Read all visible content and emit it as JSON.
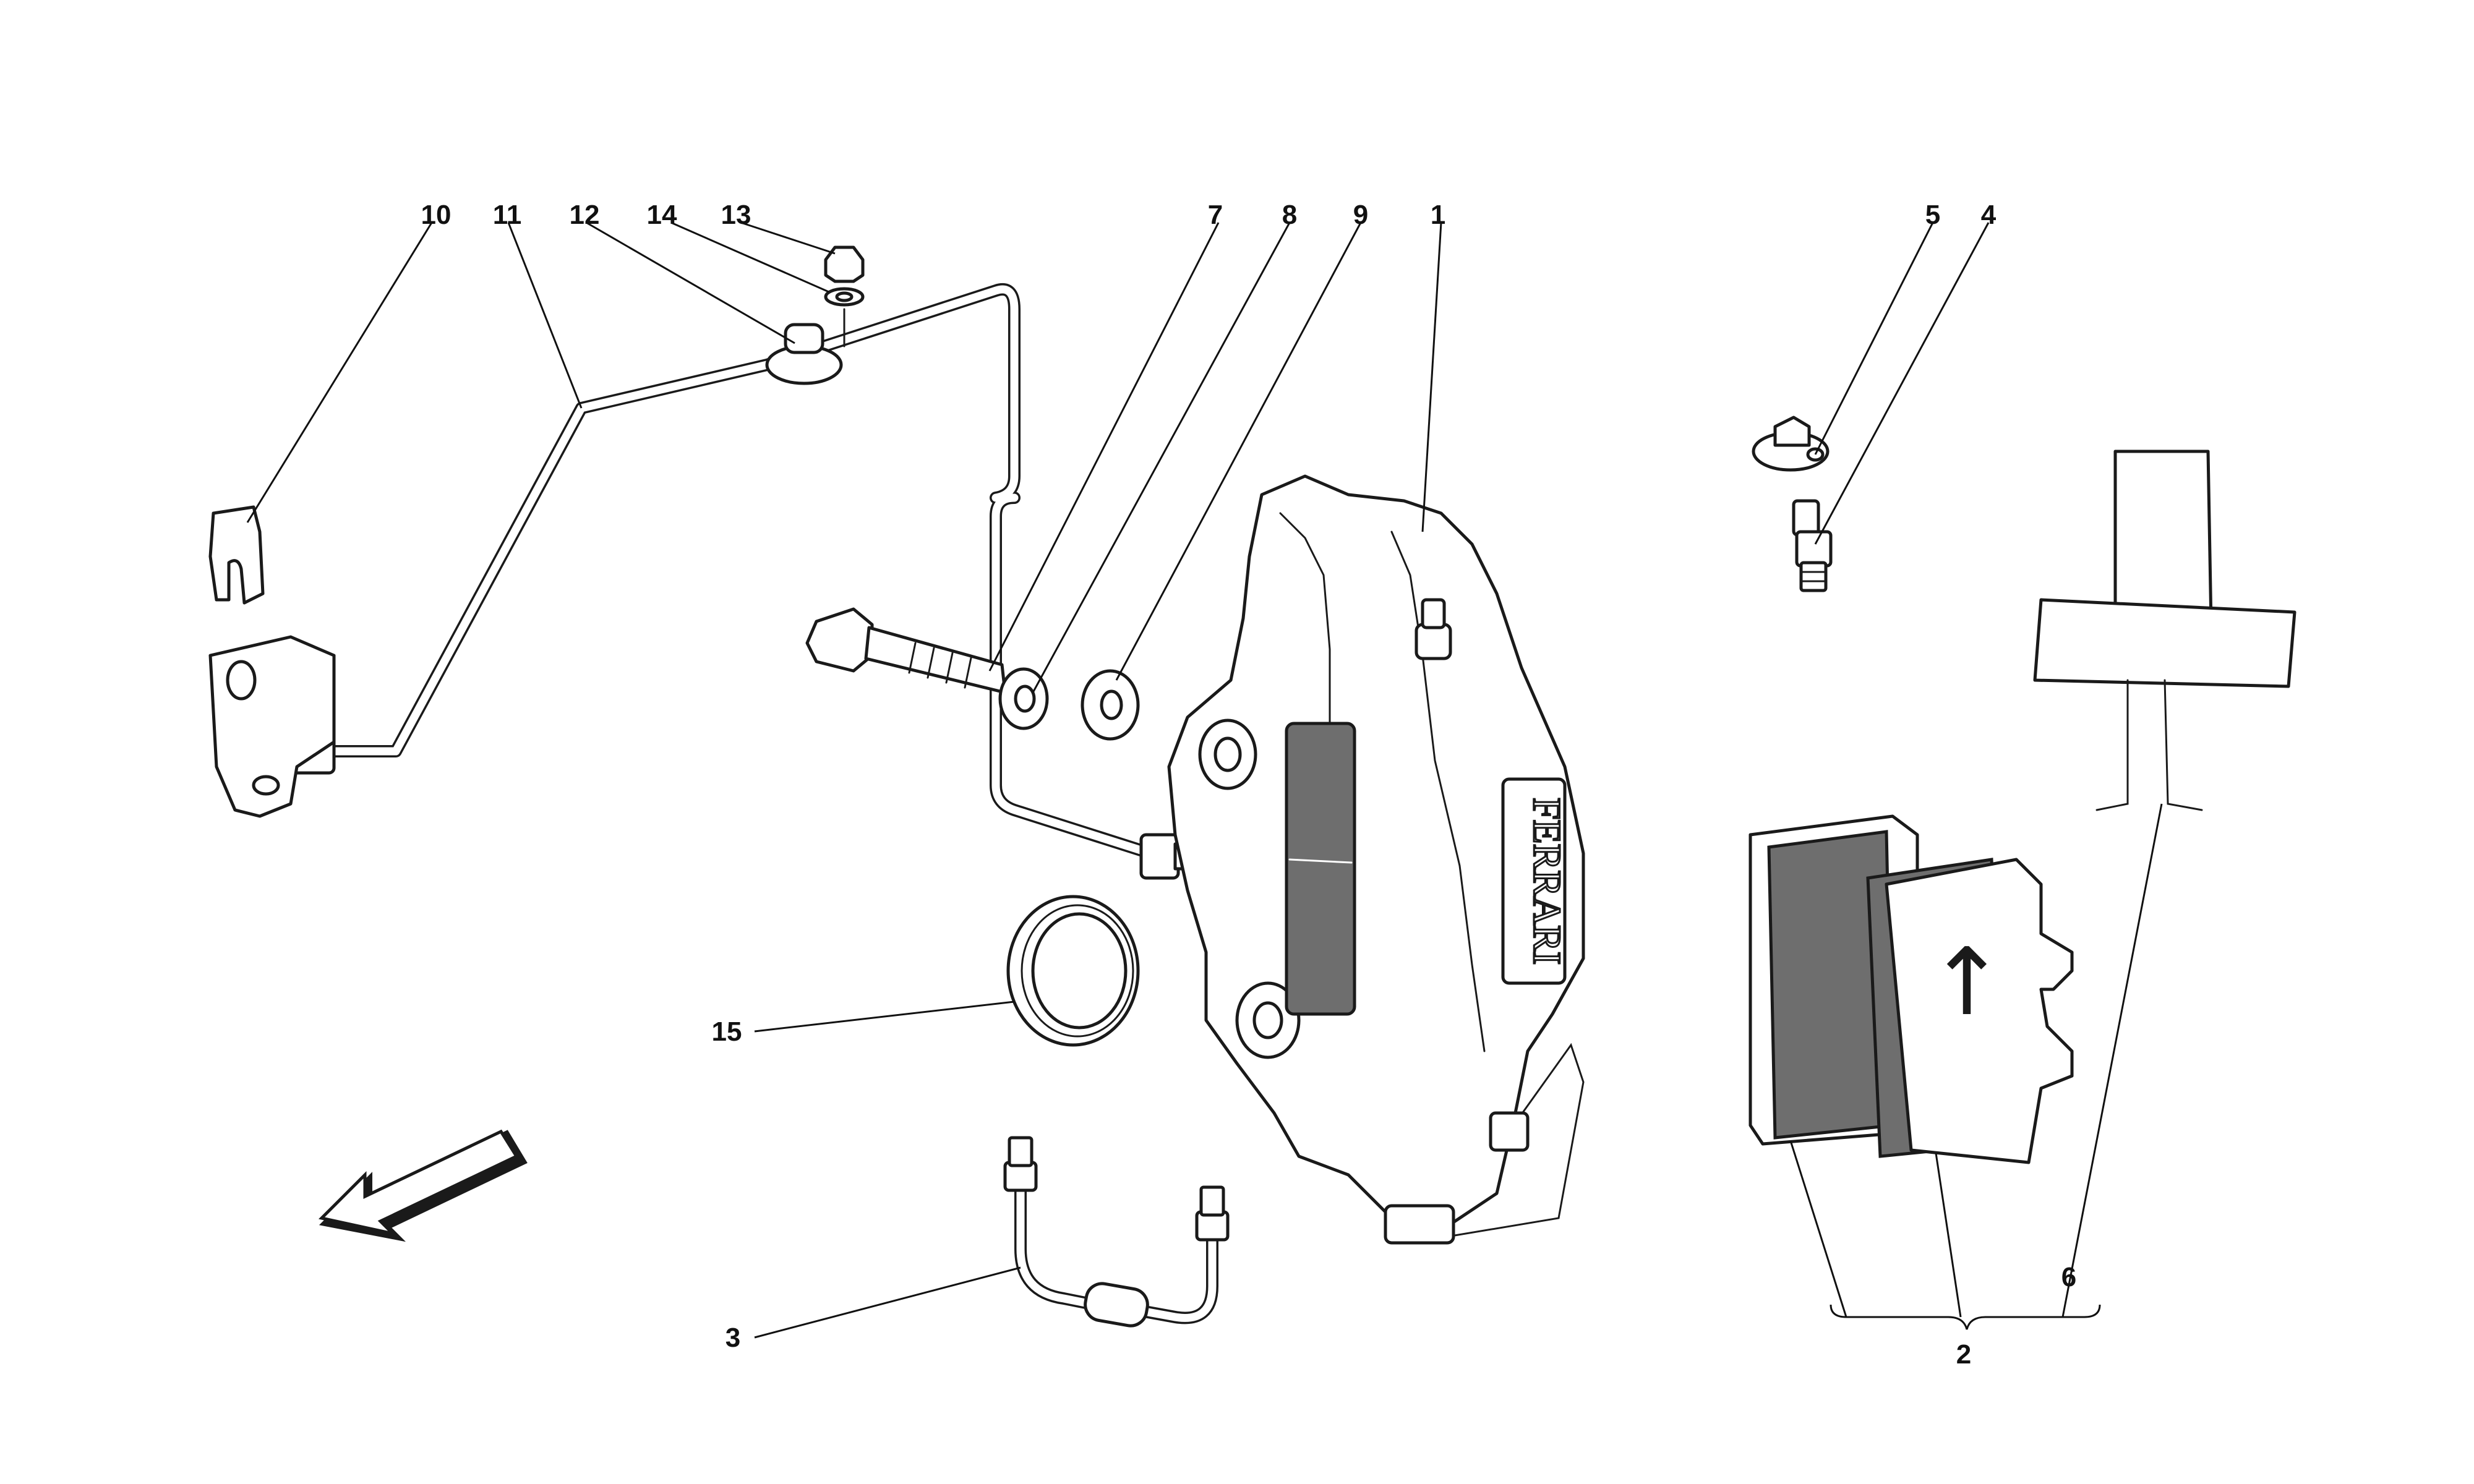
{
  "callouts": [
    {
      "id": "10",
      "text": "10"
    },
    {
      "id": "11",
      "text": "11"
    },
    {
      "id": "12",
      "text": "12"
    },
    {
      "id": "14",
      "text": "14"
    },
    {
      "id": "13",
      "text": "13"
    },
    {
      "id": "7",
      "text": "7"
    },
    {
      "id": "8",
      "text": "8"
    },
    {
      "id": "9",
      "text": "9"
    },
    {
      "id": "1",
      "text": "1"
    },
    {
      "id": "5",
      "text": "5"
    },
    {
      "id": "4",
      "text": "4"
    },
    {
      "id": "15",
      "text": "15"
    },
    {
      "id": "3",
      "text": "3"
    },
    {
      "id": "6",
      "text": "6"
    },
    {
      "id": "2",
      "text": "2"
    }
  ],
  "caliper_brand": "FERRARI",
  "colors": {
    "ink": "#1a1a1a",
    "pad_lining": "#6e6e6e",
    "background": "#ffffff"
  },
  "icons": {
    "direction_arrow": "direction-arrow-icon",
    "pad_arrow": "arrow-up-icon"
  }
}
